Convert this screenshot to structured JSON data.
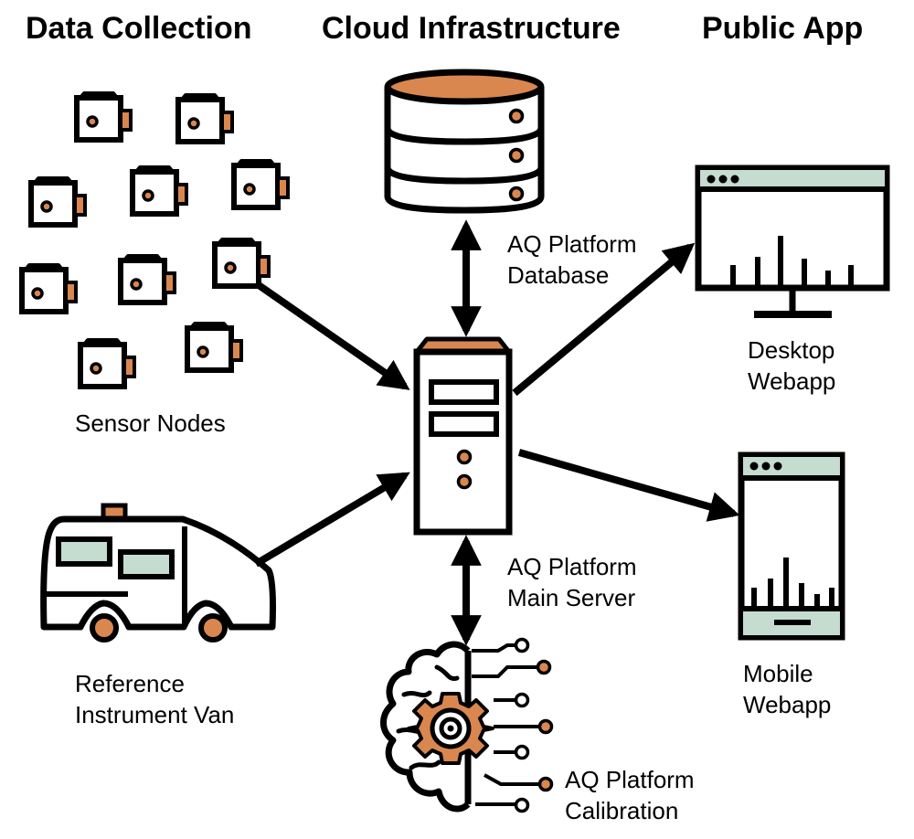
{
  "headers": {
    "data_collection": "Data Collection",
    "cloud_infrastructure": "Cloud Infrastructure",
    "public_app": "Public App"
  },
  "labels": {
    "sensor_nodes": "Sensor Nodes",
    "van": [
      "Reference",
      "Instrument Van"
    ],
    "database": [
      "AQ Platform",
      "Database"
    ],
    "server": [
      "AQ Platform",
      "Main Server"
    ],
    "calibration": [
      "AQ Platform",
      "Calibration"
    ],
    "desktop": [
      "Desktop",
      "Webapp"
    ],
    "mobile": [
      "Mobile",
      "Webapp"
    ]
  },
  "colors": {
    "accent": "#D9874F",
    "panel": "#C5DCD0",
    "stroke": "#000000"
  }
}
